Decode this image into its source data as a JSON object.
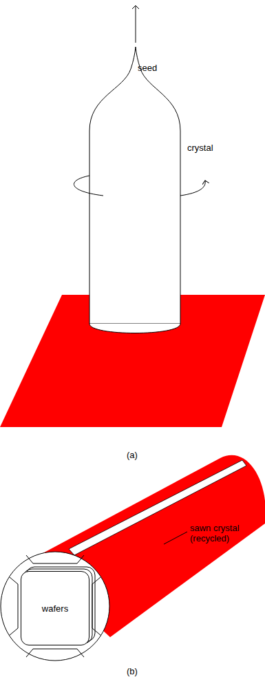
{
  "diagram": {
    "nodes": [
      {
        "text": [
          "wafers"
        ]
      }
    ],
    "labels": [
      "seed",
      "crystal",
      "(a)",
      "sawn crystal (recycled)",
      "(b)"
    ]
  }
}
